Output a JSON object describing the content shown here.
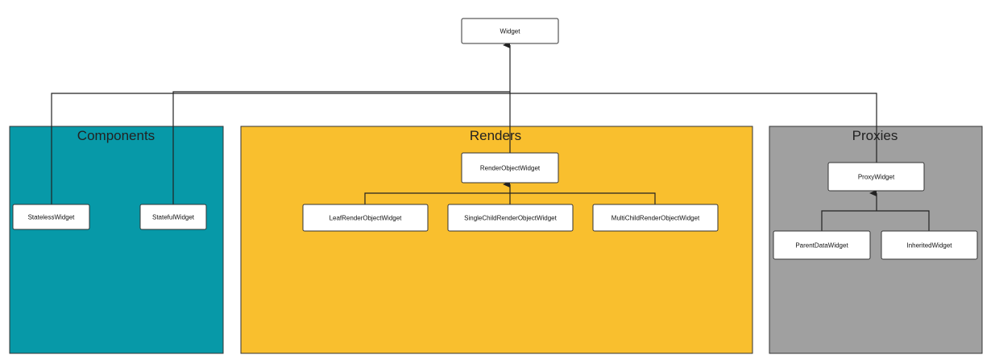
{
  "colors": {
    "components": "#0799a8",
    "renders": "#f9bf2e",
    "proxies": "#a0a0a0",
    "border": "#333333",
    "edge": "#222222"
  },
  "groups": {
    "components": {
      "title": "Components"
    },
    "renders": {
      "title": "Renders"
    },
    "proxies": {
      "title": "Proxies"
    }
  },
  "nodes": {
    "widget": "Widget",
    "stateless": "StatelessWidget",
    "stateful": "StatefulWidget",
    "render_object": "RenderObjectWidget",
    "leaf_render": "LeafRenderObjectWidget",
    "single_child_render": "SingleChildRenderObjectWidget",
    "multi_child_render": "MultiChildRenderObjectWidget",
    "proxy": "ProxyWidget",
    "parent_data": "ParentDataWidget",
    "inherited": "InheritedWidget"
  }
}
